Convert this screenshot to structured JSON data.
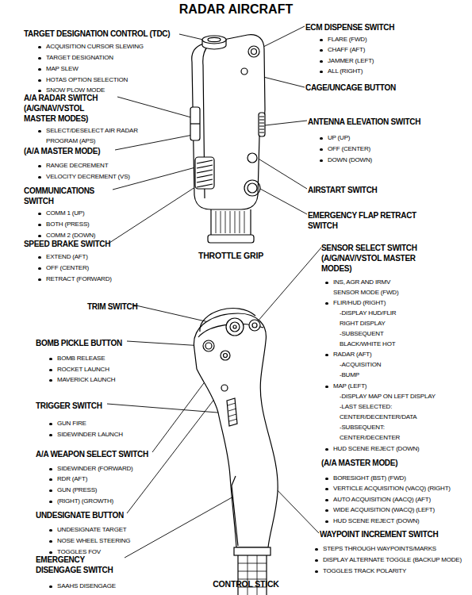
{
  "diagram": {
    "title": "RADAR AIRCRAFT",
    "labels": [
      "TARGET DESIGNATION CONTROL (TDC)",
      "ACQUISITION CURSOR SLEWING",
      "TARGET DESIGNATION",
      "MAP SLEW",
      "HOTAS OPTION SELECTION",
      "SNOW PLOW MODE",
      "A/A RADAR SWITCH (A/G/NAV/VSTOL MASTER MODES)",
      "SELECT/DESELECT AIR RADAR PROGRAM (APS)",
      "(A/A MASTER MODE)",
      "RANGE DECREMENT",
      "VELOCITY DECREMENT (VS)",
      "COMMUNICATIONS SWITCH",
      "COMM 1 (UP)",
      "BOTH (PRESS)",
      "COMM 2 (DOWN)",
      "SPEED BRAKE SWITCH",
      "EXTEND (AFT)",
      "OFF (CENTER)",
      "RETRACT (FORWARD)",
      "ECM DISPENSE SWITCH",
      "FLARE (FWD)",
      "CHAFF (AFT)",
      "JAMMER (LEFT)",
      "ALL (RIGHT)",
      "CAGE/UNCAGE BUTTON",
      "ANTENNA ELEVATION SWITCH",
      "UP (UP)",
      "OFF (CENTER)",
      "DOWN (DOWN)",
      "AIRSTART SWITCH",
      "EMERGENCY FLAP RETRACT SWITCH",
      "THROTTLE GRIP",
      "SENSOR SELECT SWITCH (A/G/NAV/VSTOL MASTER MODES)",
      "INS, AGR AND IRMV SENSOR MODE (FWD)",
      "FLIR/HUD (RIGHT)",
      "-DISPLAY HUD/FLIR RIGHT DISPLAY",
      "-SUBSEQUENT BLACK/WHITE HOT",
      "RADAR (AFT)",
      "-ACQUISITION",
      "-BUMP",
      "MAP (LEFT)",
      "-DISPLAY MAP ON LEFT DISPLAY",
      "-LAST SELECTED: CENTER/DECENTER/DATA",
      "-SUBSEQUENT: CENTER/DECENTER",
      "HUD SCENE REJECT (DOWN)",
      "(A/A MASTER MODE)",
      "BORESIGHT (BST) (FWD)",
      "VERTICLE ACQUISITION (VACQ) (RIGHT)",
      "AUTO ACQUISITION (AACQ) (AFT)",
      "WIDE ACQUISITION (WACQ) (LEFT)",
      "HUD SCENE REJECT (DOWN)",
      "WAYPOINT INCREMENT SWITCH",
      "STEPS THROUGH WAYPOINTS/MARKS",
      "DISPLAY ALTERNATE TOGGLE (BACKUP MODE)",
      "TOGGLES TRACK POLARITY",
      "TRIM SWITCH",
      "BOMB PICKLE BUTTON",
      "BOMB RELEASE",
      "ROCKET LAUNCH",
      "MAVERICK LAUNCH",
      "TRIGGER SWITCH",
      "GUN FIRE",
      "SIDEWINDER LAUNCH",
      "A/A WEAPON SELECT SWITCH",
      "SIDEWINDER (FORWARD)",
      "RDR (AFT)",
      "GUN (PRESS)",
      "(RIGHT) (GROWTH)",
      "UNDESIGNATE BUTTON",
      "UNDESIGNATE TARGET",
      "NOSE WHEEL STEERING",
      "TOGGLES FOV",
      "EMERGENCY DISENGAGE SWITCH",
      "SAAHS DISENGAGE",
      "CONTROL STICK"
    ]
  }
}
